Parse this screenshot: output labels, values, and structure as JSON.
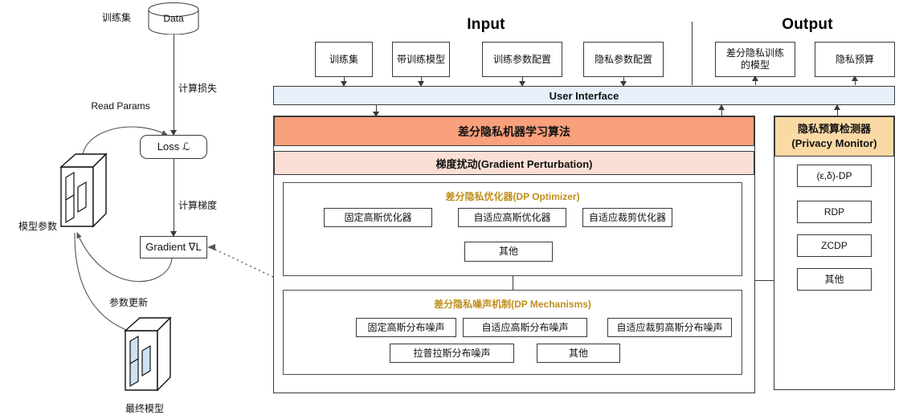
{
  "sections": {
    "input_title": "Input",
    "output_title": "Output"
  },
  "left_flow": {
    "dataset_label": "训练集",
    "data_node": "Data",
    "compute_loss_label": "计算损失",
    "read_params_label": "Read Params",
    "loss_node": "Loss ℒ",
    "compute_gradient_label": "计算梯度",
    "gradient_node": "Gradient ∇L",
    "model_params_label": "模型参数",
    "param_update_label": "参数更新",
    "final_model_label": "最终模型"
  },
  "input_boxes": [
    {
      "label": "训练集"
    },
    {
      "label": "带训练模型"
    },
    {
      "label": "训练参数配置"
    },
    {
      "label": "隐私参数配置"
    }
  ],
  "output_boxes": [
    {
      "label": "差分隐私训练\n的模型"
    },
    {
      "label": "隐私预算"
    }
  ],
  "banners": {
    "user_interface": "User Interface",
    "dp_algorithm": "差分隐私机器学习算法",
    "gradient_perturbation": "梯度扰动(Gradient Perturbation)"
  },
  "dp_optimizer": {
    "title": "差分隐私优化器(DP Optimizer)",
    "row1": [
      {
        "label": "固定高斯优化器"
      },
      {
        "label": "自适应高斯优化器"
      },
      {
        "label": "自适应裁剪优化器"
      }
    ],
    "row2": [
      {
        "label": "其他"
      }
    ]
  },
  "dp_mechanisms": {
    "title": "差分隐私噪声机制(DP Mechanisms)",
    "row1": [
      {
        "label": "固定高斯分布噪声"
      },
      {
        "label": "自适应高斯分布噪声"
      },
      {
        "label": "自适应裁剪高斯分布噪声"
      }
    ],
    "row2": [
      {
        "label": "拉普拉斯分布噪声"
      },
      {
        "label": "其他"
      }
    ]
  },
  "privacy_monitor": {
    "title_cn": "隐私预算检测器",
    "title_en": "(Privacy Monitor)",
    "items": [
      {
        "label": "(ε,δ)-DP"
      },
      {
        "label": "RDP"
      },
      {
        "label": "ZCDP"
      },
      {
        "label": "其他"
      }
    ]
  },
  "colors": {
    "ui_bar": "#e7f0fb",
    "algo_bar": "#f9a07c",
    "grad_bar": "#fbdfd4",
    "monitor_bar": "#fbd9a4",
    "group_title": "#bf8f1d",
    "stroke": "#3a3a3a",
    "drive_fill": "#cfe2f3"
  }
}
